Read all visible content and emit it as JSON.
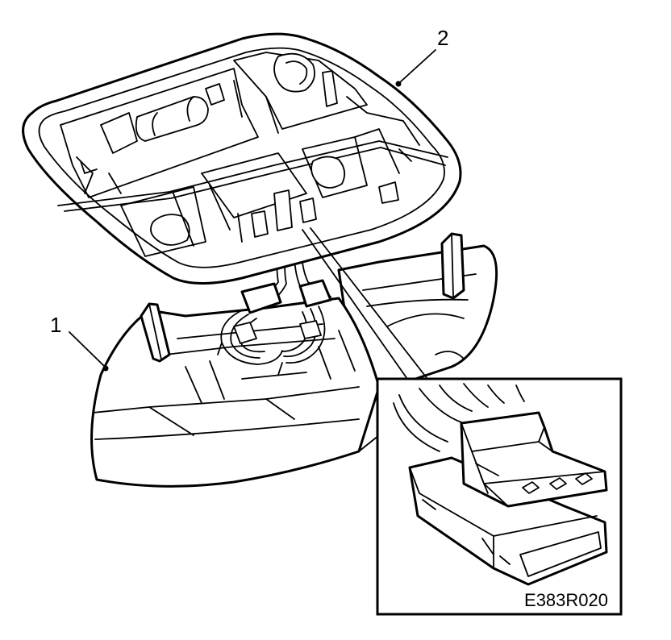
{
  "callouts": [
    {
      "id": "1",
      "label": "1"
    },
    {
      "id": "2",
      "label": "2"
    }
  ],
  "figure_code": "E383R020",
  "colors": {
    "line": "#000000",
    "background": "#ffffff"
  }
}
